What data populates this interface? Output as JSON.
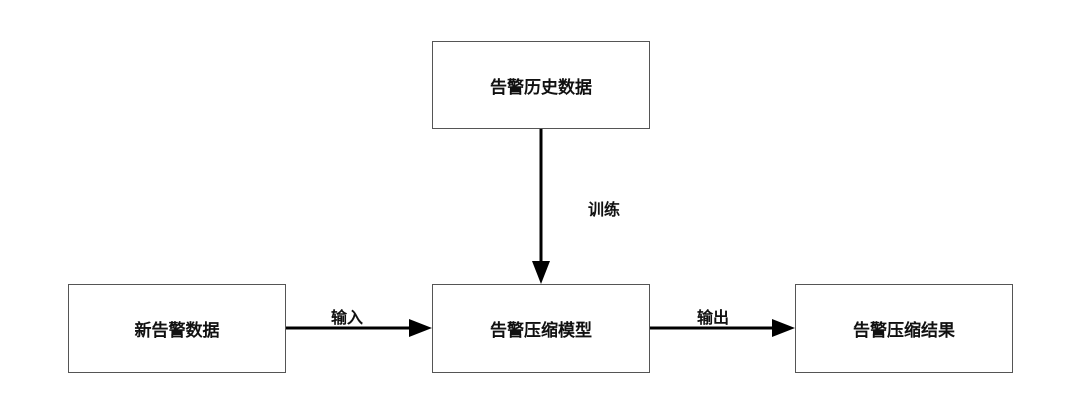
{
  "nodes": {
    "history": "告警历史数据",
    "new_alarm": "新告警数据",
    "model": "告警压缩模型",
    "result": "告警压缩结果"
  },
  "edges": {
    "train": "训练",
    "input": "输入",
    "output": "输出"
  },
  "colors": {
    "border": "#555555",
    "arrow": "#000000",
    "text": "#111111"
  }
}
